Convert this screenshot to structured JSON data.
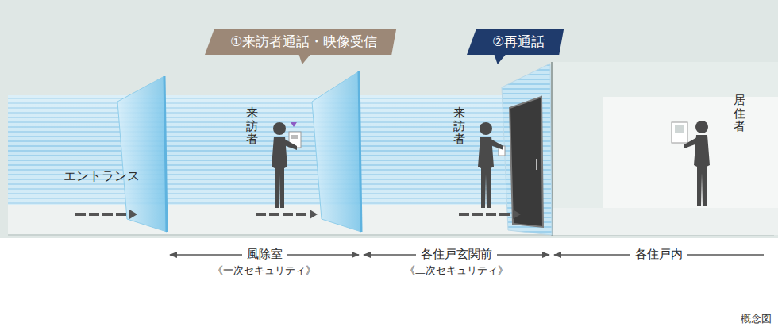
{
  "diagram": {
    "caption": "概念図",
    "nodes": [
      {
        "text": [
          "①来訪者通話・映像受信"
        ]
      },
      {
        "text": [
          "②再通話"
        ]
      }
    ],
    "labels": [
      "エントランス",
      "来訪者",
      "来訪者",
      "居住者",
      "風除室",
      "《一次セキュリティ》",
      "各住戸玄関前",
      "《二次セキュリティ》",
      "各住戸内"
    ]
  }
}
